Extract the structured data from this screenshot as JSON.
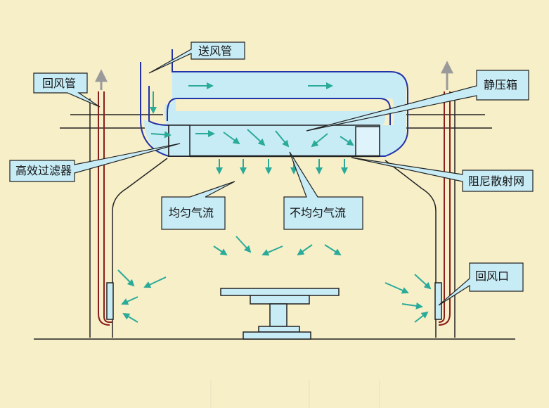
{
  "colors": {
    "background": "#f7efc8",
    "duct_fill": "#c8ecf6",
    "duct_stroke": "#2233aa",
    "arrow": "#2aaa99",
    "callout_fill": "#c8ecf6",
    "structure": "#222222",
    "pipe_red": "#8a1d1d",
    "table_fill": "#c8ecf6"
  },
  "labels": {
    "supply_duct": "送风管",
    "return_duct": "回风管",
    "plenum_box": "静压箱",
    "hepa_filter": "高效过滤器",
    "damping_diffuser": "阻尼散射网",
    "uniform_airflow": "均匀气流",
    "nonuniform_airflow": "不均匀气流",
    "return_vent": "回风口"
  },
  "icons": {
    "arrow": "teal-arrow-icon",
    "up_arrow": "gray-up-arrow-icon"
  }
}
